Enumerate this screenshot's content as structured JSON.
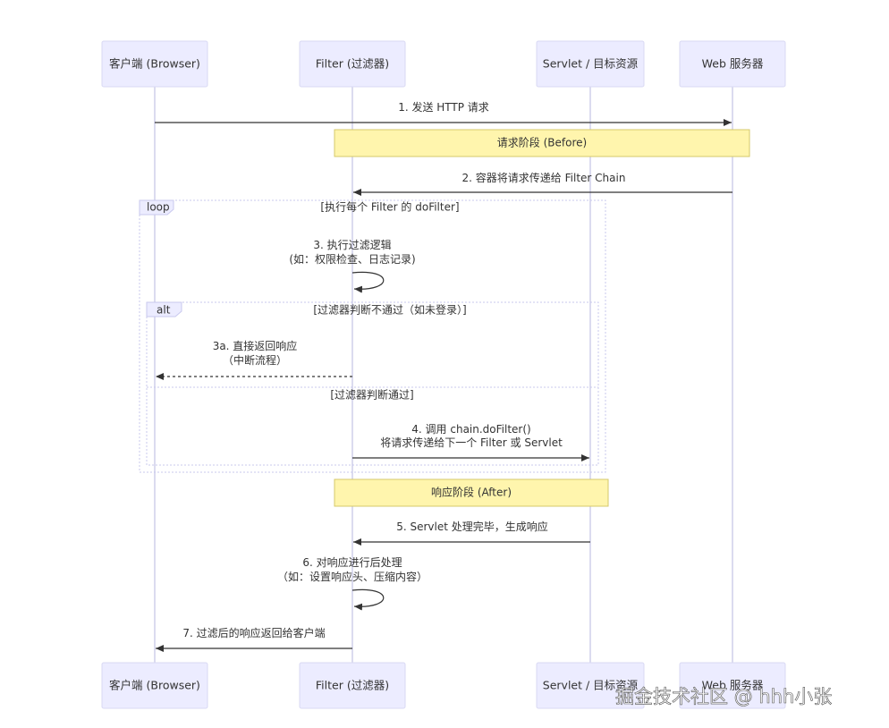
{
  "actors": [
    {
      "id": "client",
      "label": "客户端 (Browser)"
    },
    {
      "id": "filter",
      "label": "Filter (过滤器)"
    },
    {
      "id": "servlet",
      "label": "Servlet / 目标资源"
    },
    {
      "id": "web",
      "label": "Web 服务器"
    }
  ],
  "notes": {
    "before": "请求阶段 (Before)",
    "after": "响应阶段 (After)"
  },
  "loop": {
    "label": "loop",
    "condition": "[执行每个 Filter 的 doFilter]"
  },
  "alt": {
    "label": "alt",
    "condition": "[过滤器判断不通过（如未登录）]",
    "else_condition": "[过滤器判断通过]"
  },
  "messages": {
    "m1": "1. 发送 HTTP 请求",
    "m2": "2. 容器将请求传递给 Filter Chain",
    "m3_line1": "3. 执行过滤逻辑",
    "m3_line2": "(如：权限检查、日志记录)",
    "m3a_line1": "3a. 直接返回响应",
    "m3a_line2": "（中断流程）",
    "m4_line1": "4. 调用 chain.doFilter()",
    "m4_line2": "将请求传递给下一个 Filter 或 Servlet",
    "m5": "5. Servlet 处理完毕，生成响应",
    "m6_line1": "6. 对响应进行后处理",
    "m6_line2": "（如：设置响应头、压缩内容）",
    "m7": "7. 过滤后的响应返回给客户端"
  },
  "watermark": "掘金技术社区 @ hhh小张"
}
